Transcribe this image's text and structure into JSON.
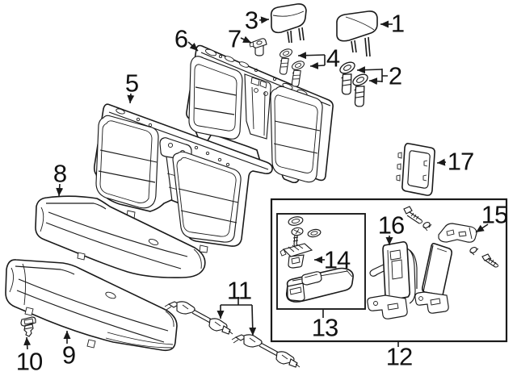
{
  "diagram": {
    "title": "Rear seat components exploded parts diagram",
    "background": "#ffffff",
    "line_color": "#1a1a1a"
  },
  "callouts": [
    {
      "number": "1",
      "part": "headrest-outer"
    },
    {
      "number": "2",
      "part": "headrest-guides-outer"
    },
    {
      "number": "3",
      "part": "headrest-center"
    },
    {
      "number": "4",
      "part": "headrest-guides-center"
    },
    {
      "number": "5",
      "part": "seat-back-front-cover"
    },
    {
      "number": "6",
      "part": "seat-back-rear-cover"
    },
    {
      "number": "7",
      "part": "stopper-clip"
    },
    {
      "number": "8",
      "part": "seat-cushion-upper"
    },
    {
      "number": "9",
      "part": "seat-cushion-lower"
    },
    {
      "number": "10",
      "part": "push-clip"
    },
    {
      "number": "11",
      "part": "hold-down-rods"
    },
    {
      "number": "12",
      "part": "armrest-assembly-group"
    },
    {
      "number": "13",
      "part": "armrest-sub-group"
    },
    {
      "number": "14",
      "part": "armrest-latch"
    },
    {
      "number": "15",
      "part": "hinge-bracket-hardware"
    },
    {
      "number": "16",
      "part": "armrest-frame"
    },
    {
      "number": "17",
      "part": "pass-through-bezel"
    }
  ]
}
